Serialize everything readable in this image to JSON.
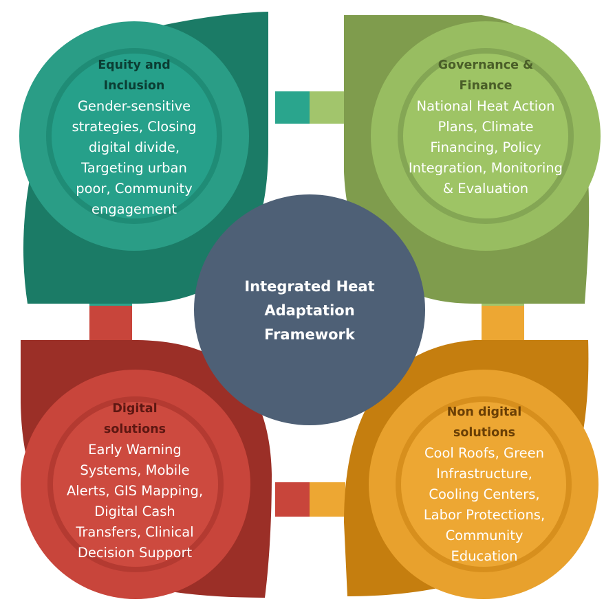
{
  "center": {
    "label": "Integrated Heat\nAdaptation\nFramework"
  },
  "quadrants": {
    "equity": {
      "title": "Equity and\nInclusion",
      "body": "Gender-sensitive\nstrategies, Closing\ndigital divide,\nTargeting urban\npoor, Community\nengagement"
    },
    "governance": {
      "title": "Governance &\nFinance",
      "body": "National Heat Action\nPlans, Climate\nFinancing, Policy\nIntegration, Monitoring\n& Evaluation"
    },
    "digital": {
      "title": "Digital\nsolutions",
      "body": "Early Warning\nSystems, Mobile\nAlerts, GIS Mapping,\nDigital Cash\nTransfers, Clinical\nDecision Support"
    },
    "nondigital": {
      "title": "Non digital\nsolutions",
      "body": "Cool Roofs, Green\nInfrastructure,\nCooling Centers,\nLabor Protections,\nCommunity\nEducation"
    }
  },
  "colors": {
    "teal_leaf": "#1b7b66",
    "teal_outer": "#2a9d86",
    "teal_inner": "#26a08a",
    "teal_title": "#0b3d33",
    "green_leaf": "#7f9c4d",
    "green_outer": "#98bd61",
    "green_inner": "#9ec465",
    "green_title": "#4a5e28",
    "red_leaf": "#9b2f27",
    "red_outer": "#c8453b",
    "red_inner": "#cd4a3f",
    "red_title": "#5d1712",
    "orange_leaf": "#c57e0f",
    "orange_outer": "#e8a12d",
    "orange_inner": "#eda733",
    "orange_title": "#6a3f05",
    "center": "#4e6076"
  }
}
